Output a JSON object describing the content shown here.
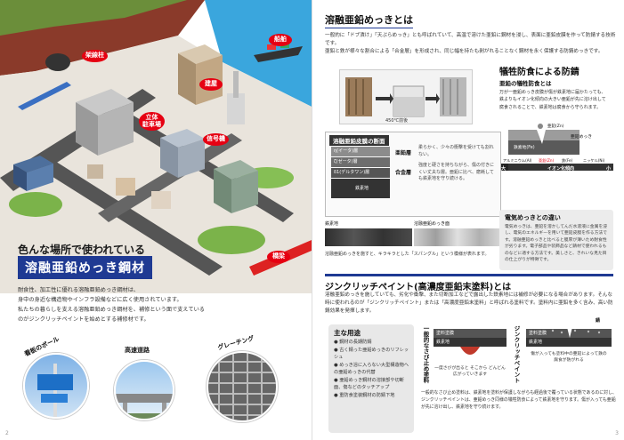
{
  "left": {
    "callouts": {
      "bridge": "架線柱",
      "ship": "船舶",
      "building": "建屋",
      "parking": "立体\n駐車場",
      "signal": "信号機",
      "railbridge": "橋梁"
    },
    "banner_sub": "色んな場所で使われている",
    "banner_main": "溶融亜鉛めっき鋼材",
    "body": "耐食性、加工性に優れる溶融亜鉛めっき鋼材は、\n身中の身近な構造物やインフラ設備などに広く使用されています。\n私たちの暮らしを支える溶融亜鉛めっき鋼材を、補修という面で支えている\nのがジンクリッチペイントを始めとする補修材です。",
    "photo_labels": [
      "看板のポール",
      "高速道路",
      "グレーチング"
    ],
    "page_number": "2"
  },
  "right": {
    "what_title": "溶融亜鉛めっきとは",
    "what_text": "一般的に「ドブ漬け」「天ぷらめっき」とも呼ばれていて、高温で溶けた亜鉛に鋼材を浸し、表面に亜鉛皮膜を作って防錆する技術です。\n亜鉛と鉄が様々な割合による「合金層」を形成され、同じ幅を持たも剥がれることなく鋼材を永く保護する防錆めっきです。",
    "kiln_caption": "450℃前後",
    "sac_title": "犠牲防食による防錆",
    "sac_sub": "亜鉛の犠牲防食とは",
    "sac_text": "万が一亜鉛めっき皮膜が傷が鉄素地に届かたっても、\n鉄よりもイオン化傾向の大きい亜鉛が先に溶け出して\n腐食されることで、鉄素地は腐食から守られます。",
    "cross_title": "溶融亜鉛皮膜の断面",
    "layers": [
      "η(イータ)層",
      "ζ(ゼータ)層",
      "δ1(デルタワン)層",
      "鉄素地"
    ],
    "tags": [
      "亜鉛層",
      "合金層"
    ],
    "tag_desc": [
      "柔らかく、少々の衝撃を受けても割れない。",
      "強度と硬さを持ちながら、傷の付きにくい丈夫な層。亜鉛に比べ、磨耗しても鉄素地を守り続ける。"
    ],
    "diagram": {
      "zinc_plate": "亜鉛めっき",
      "iron": "鉄素地(Fe)",
      "ion_label": "亜鉛(Zn)",
      "scale_left": "アルミニウム(Al)",
      "scale_mid1": "亜鉛(Zn)",
      "scale_mid2": "鉄(Fe)",
      "scale_right": "ニッケル(Ni)",
      "scale_caption": "イオン化傾向",
      "scale_big": "大",
      "scale_small": "小"
    },
    "surface_labels": [
      "鉄素地",
      "溶融亜鉛めっき面"
    ],
    "surface_caption": "溶融亜鉛めっきを施すと、キラキラとした「スパングル」という模様が表れます。",
    "elec_title": "電気めっきとの違い",
    "elec_text": "電気めっきは、亜鉛を溶かしてんだ水溶液に金属を浸し、電気のエネルギーを用いて亜鉛皮膜を作る方法です。溶融亜鉛めっきと比べると膜厚が薄いため耐食性が劣ります。電子部品や装飾品など錆材で使われるものなどに適する方法です。美しさと、きれいな見た目の仕上がりが特徴です。",
    "zinc_title": "ジンクリッチペイント(高濃度亜鉛末塗料)とは",
    "zinc_text": "溶融亜鉛めっきを施していても、劣化や衝撃、また切断加工などで露出した鉄素地には補修が必要になる場合があります。そんな時に使われるのが「ジンクリッチペイント」または「高濃度亜鉛末塗料」と呼ばれる塗料です。塗料内に亜鉛を多く含み、高い防錆効果を発揮します。",
    "uses_title": "主な用途",
    "uses": [
      "鋼材の長期防錆",
      "古く錆った亜鉛めっきのリフレッシュ",
      "めっき浴に入らない大型構造物への亜鉛めっきの代替",
      "亜鉛めっき鋼材の溶接部や切断面、傷などのタッチアップ",
      "重防食塗装鋼材の防錆下地"
    ],
    "left_diag": "一般的なさび止め塗料",
    "right_diag": "ジンクリッチペイント",
    "rust_mark": "錆",
    "coat_labels": [
      "塗料塗膜",
      "鉄素地"
    ],
    "zinc_coat_labels": [
      "塗料塗膜",
      "鉄素地"
    ],
    "bubble_left": "一度さびが出ると そこから どんどん広がっていきます",
    "bubble_right": "傷が入っても塗料中の亜鉛によって鉄の腐食が防がれる",
    "zinc_footer": "一般的なさび止め塗料は、鉄素地を塗料が保護しながらも経過後で覆っている状態であるのに対し、ジンクリッチペイントは、亜鉛めっき同様の犠牲防食によって鉄素地を守ります。傷が入っても亜鉛が先に溶け出し、鉄素地を守り続けます。",
    "page_number": "3"
  },
  "colors": {
    "accent_red": "#e60012",
    "accent_blue": "#1f3a93",
    "layer_dark": "#555555"
  }
}
